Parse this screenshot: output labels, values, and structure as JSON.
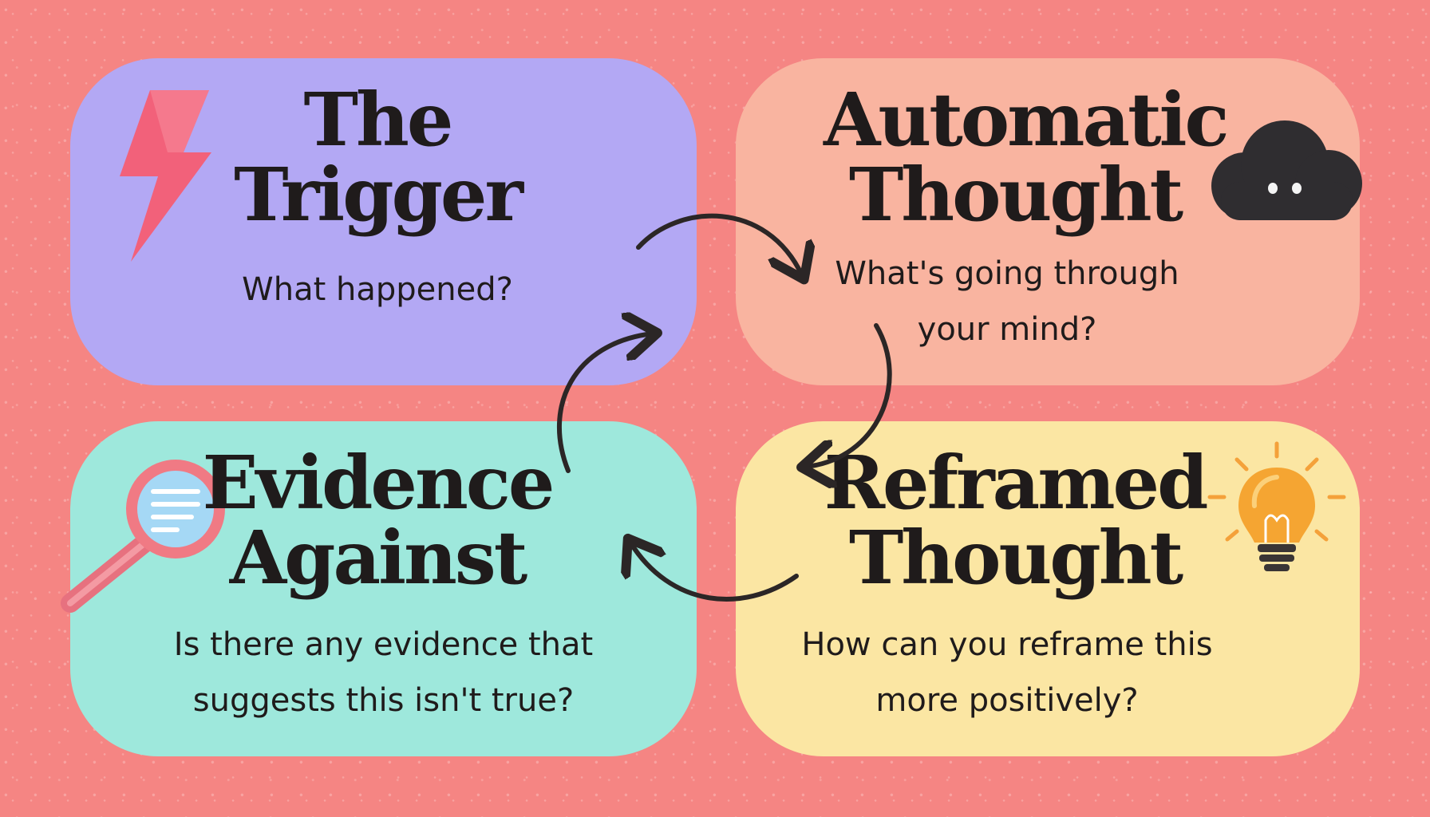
{
  "cards": {
    "trigger": {
      "title": [
        "The",
        "Trigger"
      ],
      "question": "What happened?",
      "icon": "lightning-bolt-icon",
      "color": "#b3a8f4"
    },
    "auto": {
      "title": [
        "Automatic",
        "Thought"
      ],
      "question": [
        "What's going through",
        "your mind?"
      ],
      "icon": "storm-cloud-icon",
      "color": "#f9b4a0"
    },
    "evidence": {
      "title": [
        "Evidence",
        "Against"
      ],
      "question": [
        "Is there any evidence that",
        "suggests this isn't true?"
      ],
      "icon": "magnifying-glass-icon",
      "color": "#9ee8dc"
    },
    "reframe": {
      "title": [
        "Reframed",
        "Thought"
      ],
      "question": [
        "How can you reframe this",
        "more positively?"
      ],
      "icon": "light-bulb-icon",
      "color": "#fbe6a3"
    }
  },
  "colors": {
    "background": "#f58583",
    "text": "#1f1b1b",
    "arrow": "#2b2626"
  },
  "flow": [
    "trigger",
    "auto",
    "reframe",
    "evidence"
  ]
}
